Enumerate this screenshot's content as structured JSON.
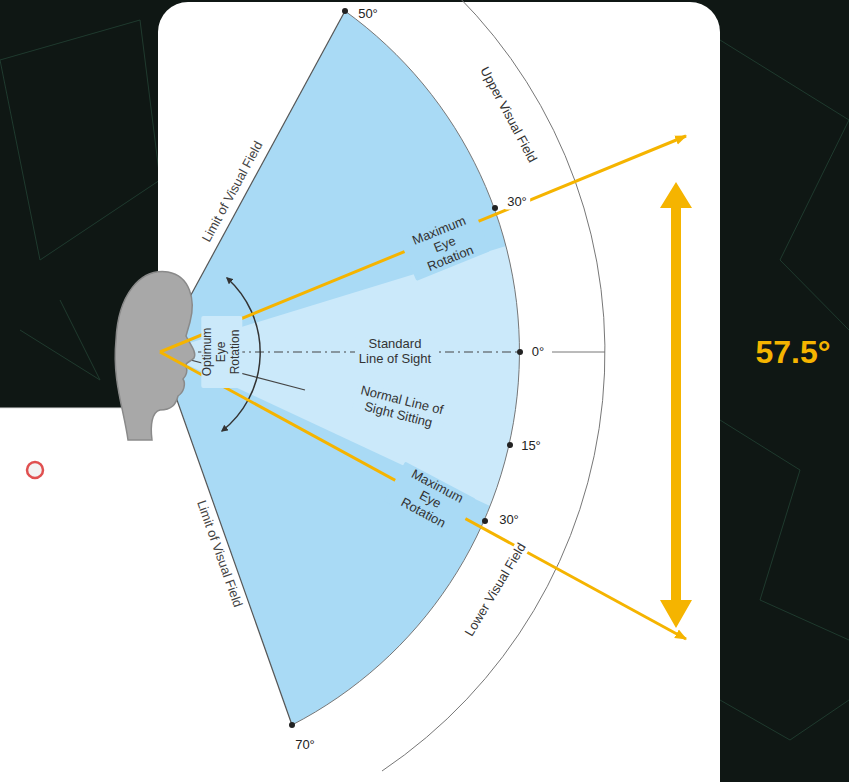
{
  "diagram": {
    "labels": [
      "Limit of Visual Field",
      "50°",
      "Upper Visual Field",
      "Maximum Eye Rotation",
      "30°",
      "Optimum Eye Rotation",
      "Standard Line of Sight",
      "0°",
      "57.5°",
      "Normal Line of Sight Sitting",
      "15°",
      "Maximum Eye Rotation",
      "30°",
      "Lower Visual Field",
      "Limit of Visual Field",
      "70°"
    ]
  }
}
